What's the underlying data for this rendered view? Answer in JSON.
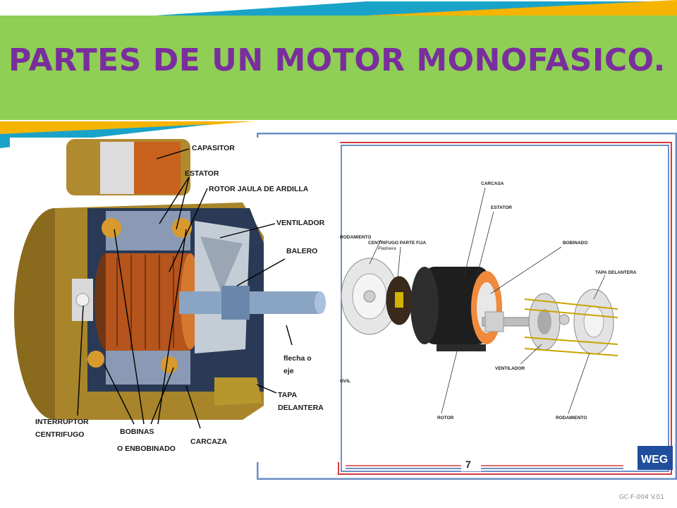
{
  "slide": {
    "title": "PARTES DE UN MOTOR MONOFASICO.",
    "footer_code": "GC-F-004 V.01"
  },
  "left_diagram": {
    "labels": {
      "capasitor": "CAPASITOR",
      "estator": "ESTATOR",
      "rotor": "ROTOR JAULA DE ARDILLA",
      "ventilador": "VENTILADOR",
      "balero": "BALERO",
      "flecha_1": "flecha o",
      "flecha_2": "eje",
      "tapa_1": "TAPA",
      "tapa_2": "DELANTERA",
      "interruptor_1": "INTERRUPTOR",
      "interruptor_2": "CENTRIFUGO",
      "bobinas_1": "BOBINAS",
      "bobinas_2": "O ENBOBINADO",
      "carcaza": "CARCAZA"
    }
  },
  "right_diagram": {
    "labels": {
      "carcasa": "CARCASA",
      "estator": "ESTATOR",
      "bobinado": "BOBINADO",
      "tapa_delantera": "TAPA DELANTERA",
      "rodamiento_left": "RODAMIENTO",
      "centrifugo": "CENTRIFUGO PARTE FIJA",
      "platinera": "Platinera",
      "movil": "OVIL",
      "ventilador": "VENTILADOR",
      "rodamiento_right": "RODAMIENTO",
      "rotor": "ROTOR",
      "page_number": "7",
      "brand": "WEG"
    }
  }
}
